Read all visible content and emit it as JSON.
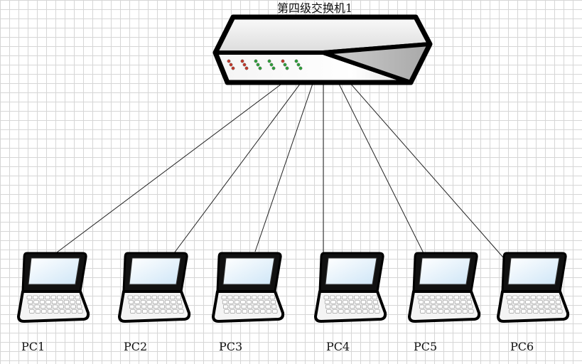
{
  "switch": {
    "label": "第四级交换机1",
    "led_colors": [
      "#c0392b",
      "#2e9e3a"
    ]
  },
  "pcs": [
    {
      "label": "PC1"
    },
    {
      "label": "PC2"
    },
    {
      "label": "PC3"
    },
    {
      "label": "PC4"
    },
    {
      "label": "PC5"
    },
    {
      "label": "PC6"
    }
  ],
  "colors": {
    "outline": "#000000",
    "screen": "#d8ecfa",
    "switch_body": "#eeeeee",
    "cable": "#222222"
  }
}
